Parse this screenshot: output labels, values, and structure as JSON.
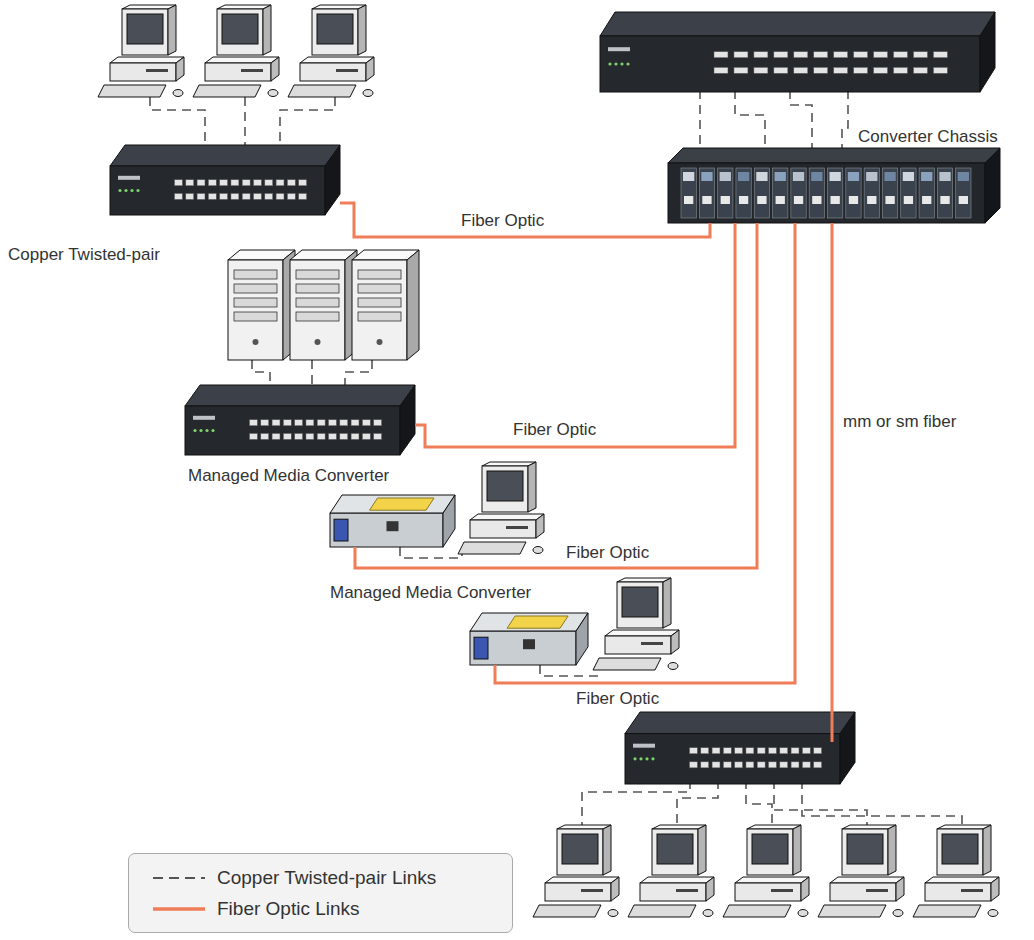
{
  "diagram": {
    "nodes": [
      {
        "text": [
          "Copper Twisted-pair"
        ]
      },
      {
        "text": [
          "Converter Chassis"
        ]
      },
      {
        "text": [
          "Managed Media Converter"
        ]
      },
      {
        "text": [
          "Managed Media Converter"
        ]
      }
    ],
    "edges": [
      {
        "from": 0,
        "to": 1,
        "arrow": "none",
        "label": "Fiber Optic"
      },
      {
        "from": 2,
        "to": 1,
        "arrow": "none",
        "label": "Fiber Optic"
      },
      {
        "from": 3,
        "to": 1,
        "arrow": "none",
        "label": "Fiber Optic"
      }
    ],
    "labels": [
      "Fiber Optic",
      "mm or sm fiber"
    ],
    "legend": [
      {
        "text": "Copper Twisted-pair Links"
      },
      {
        "text": "Fiber Optic Links"
      }
    ]
  }
}
